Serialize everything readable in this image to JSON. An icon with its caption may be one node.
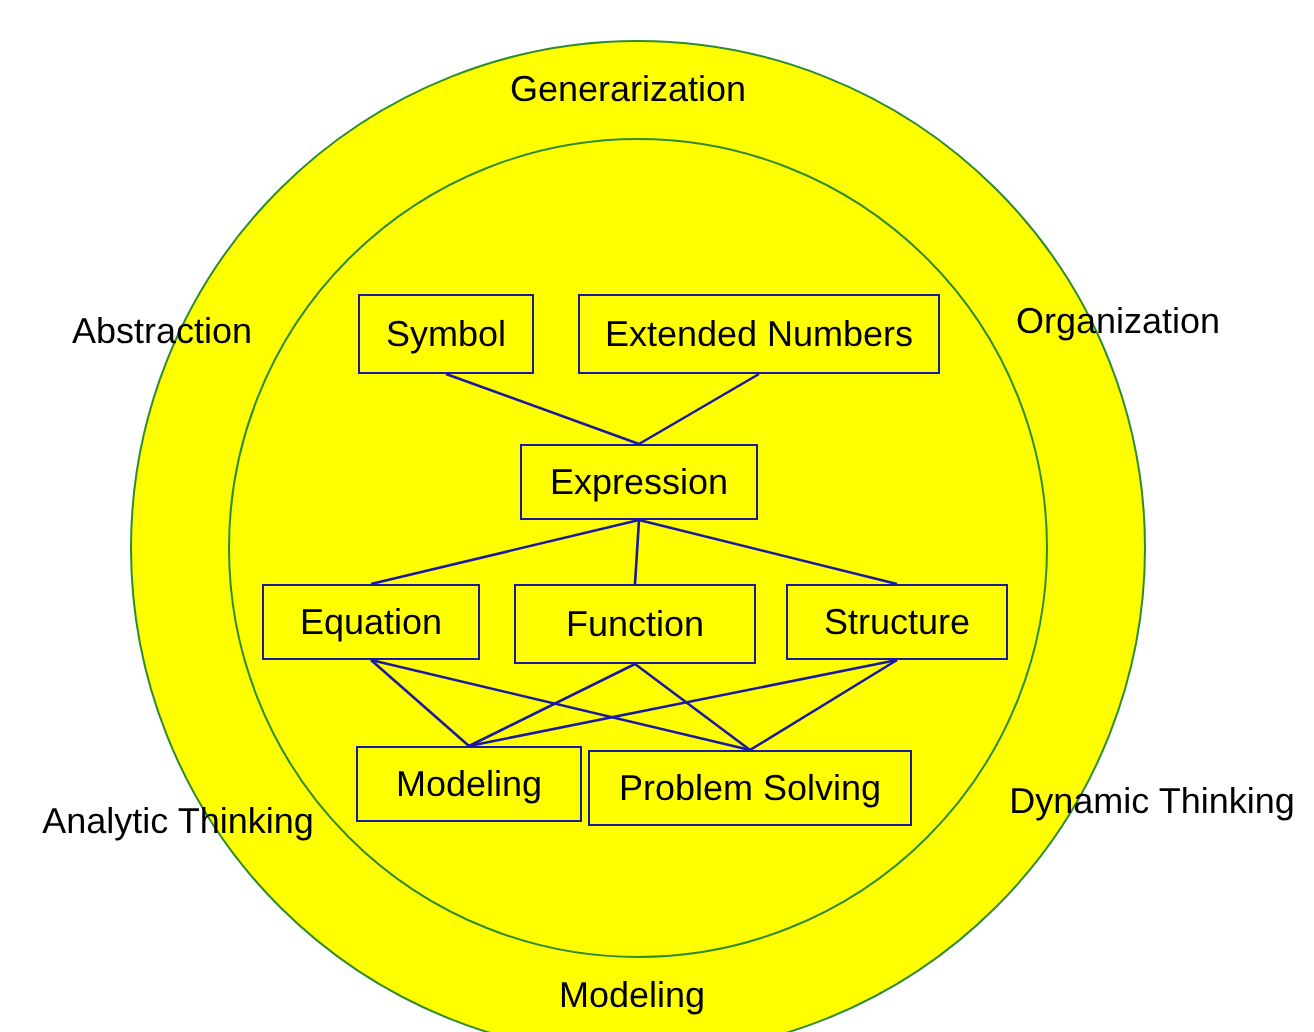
{
  "diagram": {
    "nodes": [
      {
        "text": [
          "Generarization",
          "Abstraction",
          "Organization",
          "Analytic Thinking",
          "Dynamic Thinking",
          "Modeling"
        ]
      },
      {
        "text": [],
        "shape": "circle",
        "in": 0
      },
      {
        "text": [
          "Symbol"
        ],
        "in": 1
      },
      {
        "text": [
          "Extended Numbers"
        ],
        "in": 1
      },
      {
        "text": [
          "Expression"
        ],
        "in": 1
      },
      {
        "text": [
          "Equation"
        ],
        "in": 1
      },
      {
        "text": [
          "Function"
        ],
        "in": 1
      },
      {
        "text": [
          "Structure"
        ],
        "in": 1
      },
      {
        "text": [
          "Modeling"
        ],
        "in": 1
      },
      {
        "text": [
          "Problem Solving"
        ],
        "in": 1
      }
    ],
    "edges": [
      {
        "from": 2,
        "to": 4,
        "arrow": "none"
      },
      {
        "from": 3,
        "to": 4,
        "arrow": "none"
      },
      {
        "from": 4,
        "to": 5,
        "arrow": "none"
      },
      {
        "from": 4,
        "to": 6,
        "arrow": "none"
      },
      {
        "from": 4,
        "to": 7,
        "arrow": "none"
      },
      {
        "from": 5,
        "to": 8,
        "arrow": "none"
      },
      {
        "from": 5,
        "to": 9,
        "arrow": "none"
      },
      {
        "from": 6,
        "to": 8,
        "arrow": "none"
      },
      {
        "from": 6,
        "to": 9,
        "arrow": "none"
      },
      {
        "from": 7,
        "to": 8,
        "arrow": "none"
      },
      {
        "from": 7,
        "to": 9,
        "arrow": "none"
      }
    ]
  }
}
